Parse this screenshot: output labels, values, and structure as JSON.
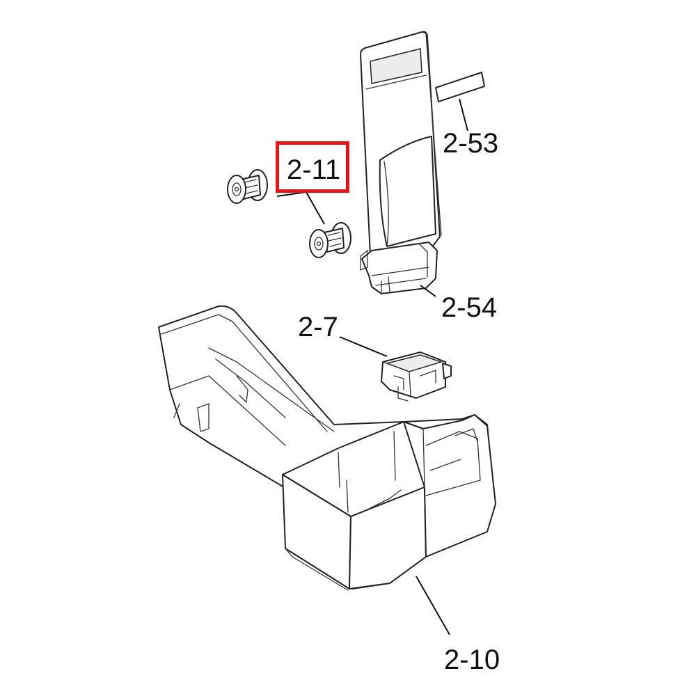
{
  "diagram": {
    "highlight_color": "#e0161b",
    "highlighted_label": "2-11",
    "callouts": {
      "p2_11": "2-11",
      "p2_53": "2-53",
      "p2_54": "2-54",
      "p2_7": "2-7",
      "p2_10": "2-10"
    }
  }
}
